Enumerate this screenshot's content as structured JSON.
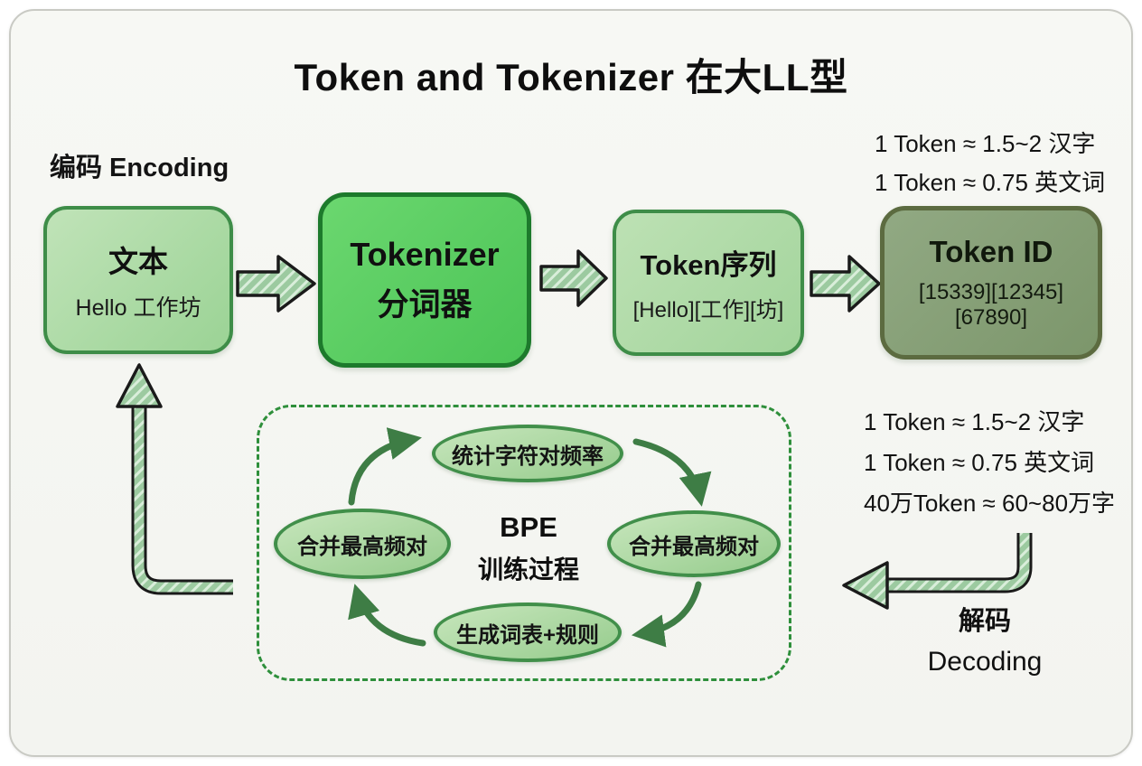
{
  "title": "Token and Tokenizer 在大LL型",
  "encoding_label": "编码 Encoding",
  "boxes": {
    "text": {
      "title": "文本",
      "subtitle": "Hello 工作坊"
    },
    "tokenizer": {
      "title": "Tokenizer",
      "subtitle": "分词器"
    },
    "token_seq": {
      "title": "Token序列",
      "subtitle": "[Hello][工作][坊]"
    },
    "token_id": {
      "title": "Token ID",
      "subtitle": "[15339][12345][67890]"
    }
  },
  "notes_top": {
    "line1": "1 Token ≈ 1.5~2 汉字",
    "line2": "1 Token ≈ 0.75 英文词"
  },
  "notes_mid": {
    "line1": "1 Token ≈ 1.5~2 汉字",
    "line2": "1 Token ≈ 0.75 英文词",
    "line3": "40万Token ≈ 60~80万字"
  },
  "bpe": {
    "label_line1": "BPE",
    "label_line2": "训练过程",
    "step_top": "统计字符对频率",
    "step_right": "合并最高频对",
    "step_bottom": "生成词表+规则",
    "step_left": "合并最高频对"
  },
  "decoding": {
    "zh": "解码",
    "en": "Decoding"
  },
  "colors": {
    "accent_green_dark": "#2e8f3b",
    "box_light_green": "#a9d7a0",
    "box_bright_green": "#5bcf63",
    "box_olive": "#87a077",
    "arrow_fill": "#9ccaa0",
    "cycle_arrow": "#3e7d45"
  }
}
